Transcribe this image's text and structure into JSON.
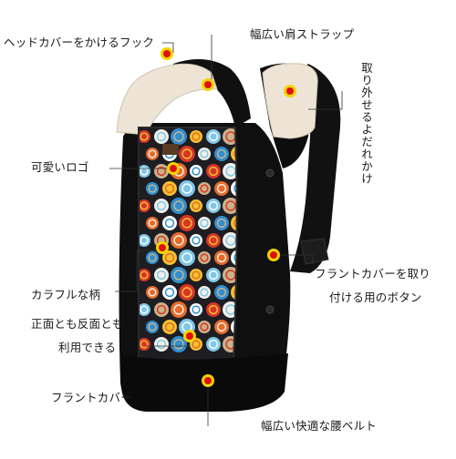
{
  "annotations": {
    "hood_hook": "ヘッドカバーをかけるフック",
    "shoulder_strap": "幅広い肩ストラップ",
    "removable_drool_pad": "取り外せるよだれかけ",
    "cute_logo": "可愛いロゴ",
    "front_cover_button_line1": "フラントカバーを取り",
    "front_cover_button_line2": "付ける用のボタン",
    "colorful_pattern": "カラフルな柄",
    "reversible_cover_line1": "正面とも反面とも",
    "reversible_cover_line2": "利用できる",
    "reversible_cover_line3": "フラントカバー",
    "waist_belt": "幅広い快適な腰ベルト"
  },
  "colors": {
    "carrier_body": "#0f0f0f",
    "pad_beige": "#ede4d6",
    "marker_red": "#e01010",
    "marker_yellow": "#f2d400",
    "pattern_dark": "#1d1d22"
  }
}
